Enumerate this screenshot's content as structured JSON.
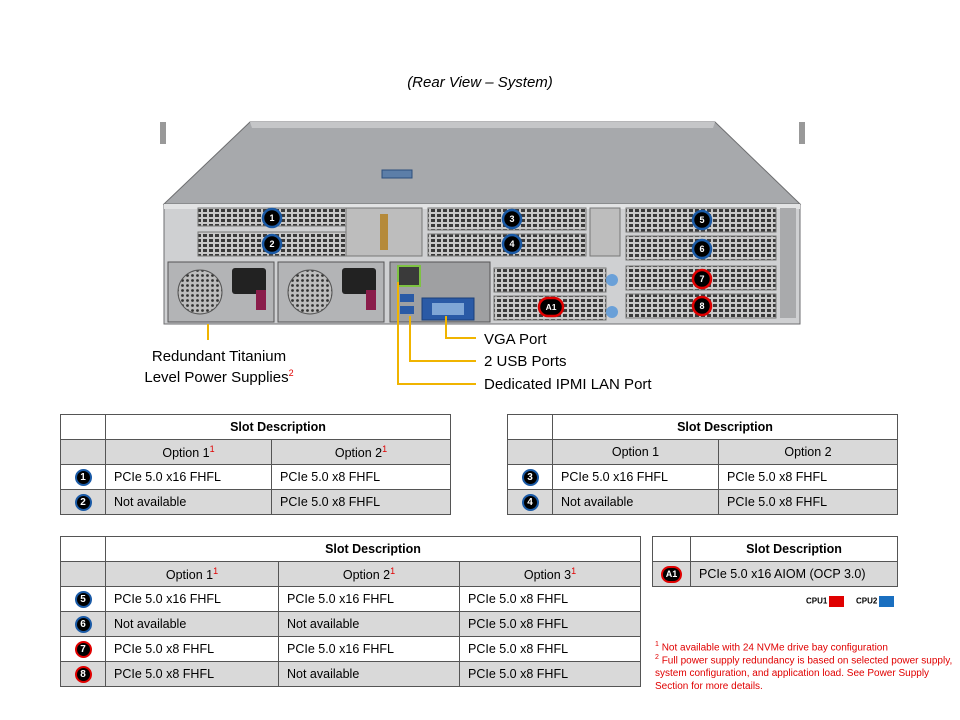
{
  "view_title": "(Rear View – System)",
  "callouts": {
    "vga": "VGA Port",
    "usb": "2 USB Ports",
    "ipmi": "Dedicated IPMI LAN Port",
    "psu_line1": "Redundant Titanium",
    "psu_line2": "Level Power Supplies",
    "psu_note": "2"
  },
  "slot_badges": [
    "1",
    "2",
    "3",
    "4",
    "5",
    "6",
    "7",
    "8",
    "A1"
  ],
  "table1": {
    "title": "Slot Description",
    "options": [
      {
        "label": "Option 1",
        "note": "1"
      },
      {
        "label": "Option 2",
        "note": "1"
      }
    ],
    "rows": [
      {
        "slot": "1",
        "cells": [
          "PCIe 5.0 x16 FHFL",
          "PCIe 5.0 x8 FHFL"
        ]
      },
      {
        "slot": "2",
        "cells": [
          "Not available",
          "PCIe 5.0 x8 FHFL"
        ]
      }
    ]
  },
  "table2": {
    "title": "Slot Description",
    "options": [
      {
        "label": "Option 1"
      },
      {
        "label": "Option 2"
      }
    ],
    "rows": [
      {
        "slot": "3",
        "cells": [
          "PCIe 5.0 x16 FHFL",
          "PCIe 5.0 x8 FHFL"
        ]
      },
      {
        "slot": "4",
        "cells": [
          "Not available",
          "PCIe 5.0 x8 FHFL"
        ]
      }
    ]
  },
  "table3": {
    "title": "Slot Description",
    "options": [
      {
        "label": "Option 1",
        "note": "1"
      },
      {
        "label": "Option 2",
        "note": "1"
      },
      {
        "label": "Option 3",
        "note": "1"
      }
    ],
    "rows": [
      {
        "slot": "5",
        "cells": [
          "PCIe 5.0 x16 FHFL",
          "PCIe 5.0 x16 FHFL",
          "PCIe 5.0 x8 FHFL"
        ]
      },
      {
        "slot": "6",
        "cells": [
          "Not available",
          "Not available",
          "PCIe 5.0 x8 FHFL"
        ]
      },
      {
        "slot": "7",
        "cells": [
          "PCIe 5.0 x8 FHFL",
          "PCIe 5.0 x16 FHFL",
          "PCIe 5.0 x8 FHFL"
        ]
      },
      {
        "slot": "8",
        "cells": [
          "PCIe 5.0 x8 FHFL",
          "Not available",
          "PCIe 5.0 x8 FHFL"
        ]
      }
    ]
  },
  "table4": {
    "title": "Slot Description",
    "rows": [
      {
        "slot": "A1",
        "cells": [
          "PCIe 5.0 x16 AIOM (OCP 3.0)"
        ]
      }
    ]
  },
  "legend": {
    "cpu1_label": "CPU1",
    "cpu1_color": "#e00000",
    "cpu2_label": "CPU2",
    "cpu2_color": "#1a6fc0"
  },
  "footnotes": {
    "n1_mark": "1",
    "n1_text": "Not available with 24 NVMe drive bay configuration",
    "n2_mark": "2",
    "n2_text": "Full power supply redundancy is based on selected power supply, system configuration, and application load. See Power Supply Section for more details."
  },
  "colors": {
    "callout_line": "#f0b400",
    "cpu1": "#e00000",
    "cpu2": "#1a5aa6"
  }
}
